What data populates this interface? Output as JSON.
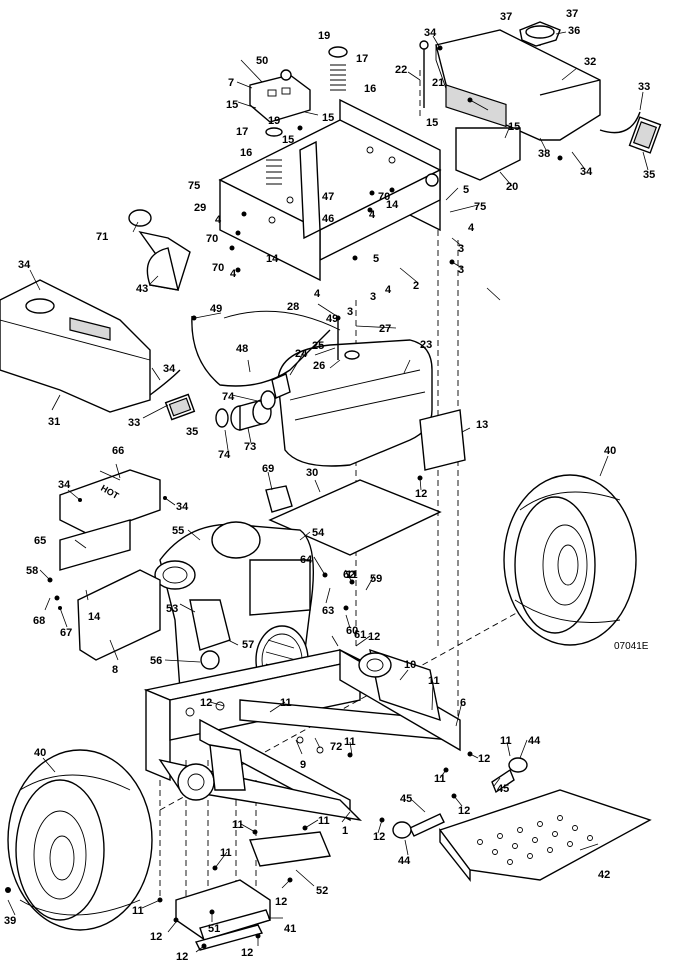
{
  "figure_code": "07041E",
  "callouts": [
    "1",
    "2",
    "3",
    "4",
    "5",
    "6",
    "7",
    "8",
    "9",
    "10",
    "11",
    "12",
    "13",
    "14",
    "15",
    "16",
    "17",
    "19",
    "20",
    "21",
    "22",
    "23",
    "24",
    "25",
    "26",
    "27",
    "28",
    "29",
    "30",
    "31",
    "32",
    "33",
    "34",
    "35",
    "36",
    "37",
    "38",
    "39",
    "40",
    "41",
    "42",
    "43",
    "44",
    "45",
    "46",
    "47",
    "48",
    "49",
    "50",
    "51",
    "52",
    "53",
    "54",
    "55",
    "56",
    "57",
    "58",
    "59",
    "60",
    "61",
    "62",
    "63",
    "64",
    "65",
    "66",
    "67",
    "68",
    "69",
    "70",
    "71",
    "72",
    "73",
    "74",
    "75"
  ],
  "decal": {
    "hot": "HOT"
  }
}
